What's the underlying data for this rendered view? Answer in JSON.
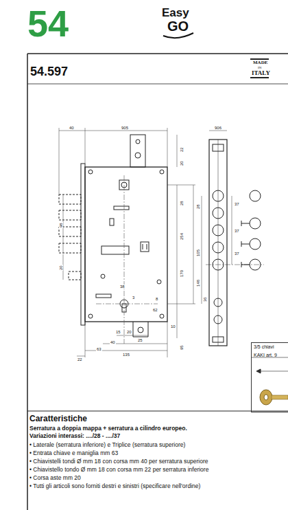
{
  "diagram": {
    "title": "54.597",
    "nodes": [
      {
        "text": [
          "3/5 chiavi",
          "KAKI art. 9"
        ]
      }
    ],
    "labels": [
      "54",
      "Easy",
      "GO",
      "MADE",
      "IN",
      "ITALY",
      "40",
      "905",
      "22",
      "20",
      "906",
      "98",
      "20",
      "28",
      "254",
      "28",
      "37",
      "37",
      "37",
      "105",
      "170",
      "148",
      "36",
      "38",
      "3",
      "8",
      "62",
      "15",
      "20",
      "25",
      "40",
      "63",
      "22",
      "135",
      "95",
      "10",
      "Caratteristiche",
      "Serratura a doppia mappa + serratura a cilindro europeo.",
      "Variazioni interassi: ..../28 - ..../37",
      "• Laterale (serratura inferiore) e Triplice (serratura superiore)",
      "• Entrata chiave e maniglia mm 63",
      "• Chiavistelli tondi Ø mm 18 con corsa mm 40 per serratura superiore",
      "• Chiavistello tondo Ø mm 18 con corsa mm 22 per serratura inferiore",
      "• Corsa aste mm 20",
      "• Tutti gli articoli sono forniti destri e sinistri (specificare nell'ordine)"
    ]
  }
}
